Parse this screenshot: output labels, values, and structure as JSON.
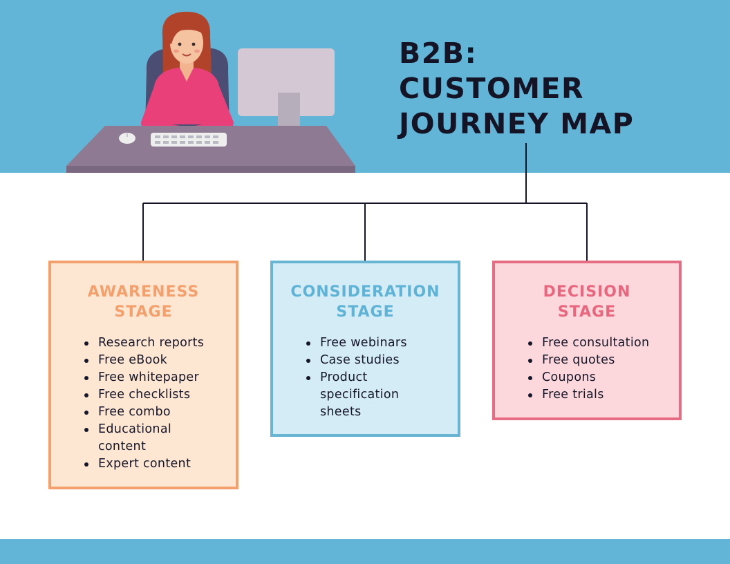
{
  "title": {
    "line1": "B2B:",
    "line2": "CUSTOMER",
    "line3": "JOURNEY MAP"
  },
  "stages": [
    {
      "title_line1": "AWARENESS",
      "title_line2": "STAGE",
      "color": "#f3a06d",
      "items": [
        "Research reports",
        "Free eBook",
        "Free whitepaper",
        "Free checklists",
        "Free combo",
        "Educational content",
        "Expert content"
      ]
    },
    {
      "title_line1": "CONSIDERATION",
      "title_line2": "STAGE",
      "color": "#67b5d3",
      "items": [
        "Free webinars",
        "Case studies",
        "Product specification sheets"
      ]
    },
    {
      "title_line1": "DECISION",
      "title_line2": "STAGE",
      "color": "#e66c83",
      "items": [
        "Free consultation",
        "Free quotes",
        "Coupons",
        "Free trials"
      ]
    }
  ],
  "colors": {
    "header_band": "#62b5d6",
    "footer_band": "#62b5d6",
    "connector": "#141426"
  },
  "icons": {
    "illustration": "woman-at-computer-desk-illustration"
  }
}
